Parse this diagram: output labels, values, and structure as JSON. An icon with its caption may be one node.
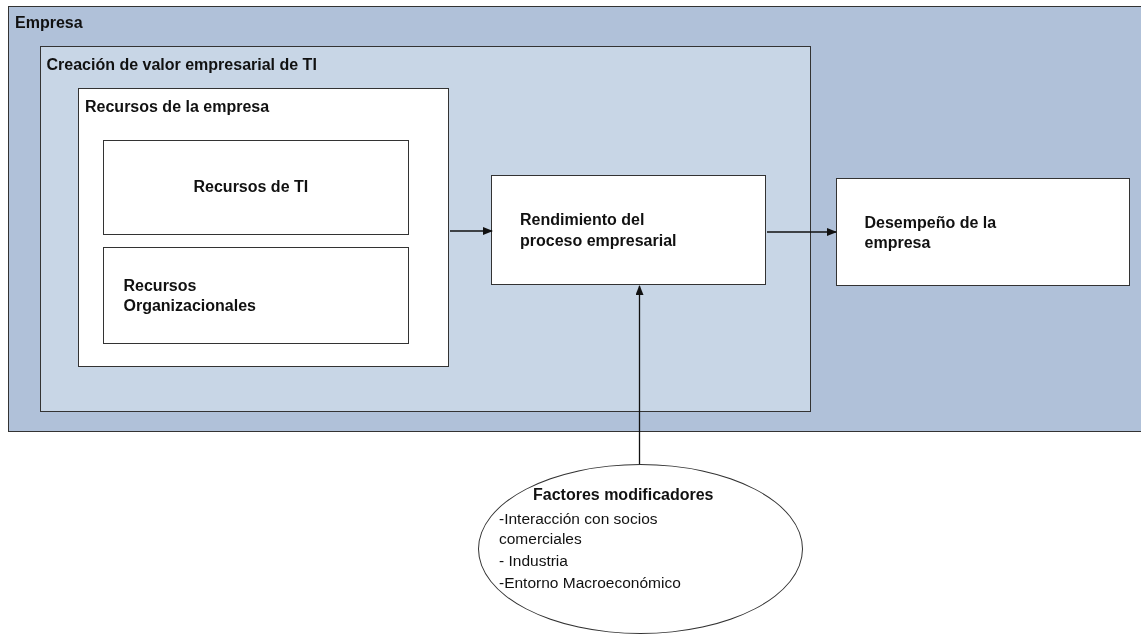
{
  "diagram": {
    "nodes": [
      {
        "text": [
          "Empresa"
        ]
      },
      {
        "text": [
          "Creación de valor empresarial de TI"
        ],
        "in": 0
      },
      {
        "text": [
          "Recursos de la empresa"
        ],
        "in": 1
      },
      {
        "text": [
          "Recursos de TI"
        ],
        "in": 2
      },
      {
        "text": [
          "Recursos Organizacionales"
        ],
        "in": 2
      },
      {
        "text": [
          "Rendimiento del proceso empresarial"
        ],
        "in": 1
      },
      {
        "text": [
          "Desempeño de la empresa"
        ],
        "in": 0
      },
      {
        "text": [
          "Factores modificadores",
          "-Interacción con socios comerciales",
          "- Industria",
          "-Entorno Macroeconómico"
        ]
      }
    ],
    "edges": [
      {
        "from": 2,
        "to": 5,
        "arrow": "to"
      },
      {
        "from": 5,
        "to": 6,
        "arrow": "to"
      },
      {
        "from": 7,
        "to": 5,
        "arrow": "to"
      }
    ]
  }
}
